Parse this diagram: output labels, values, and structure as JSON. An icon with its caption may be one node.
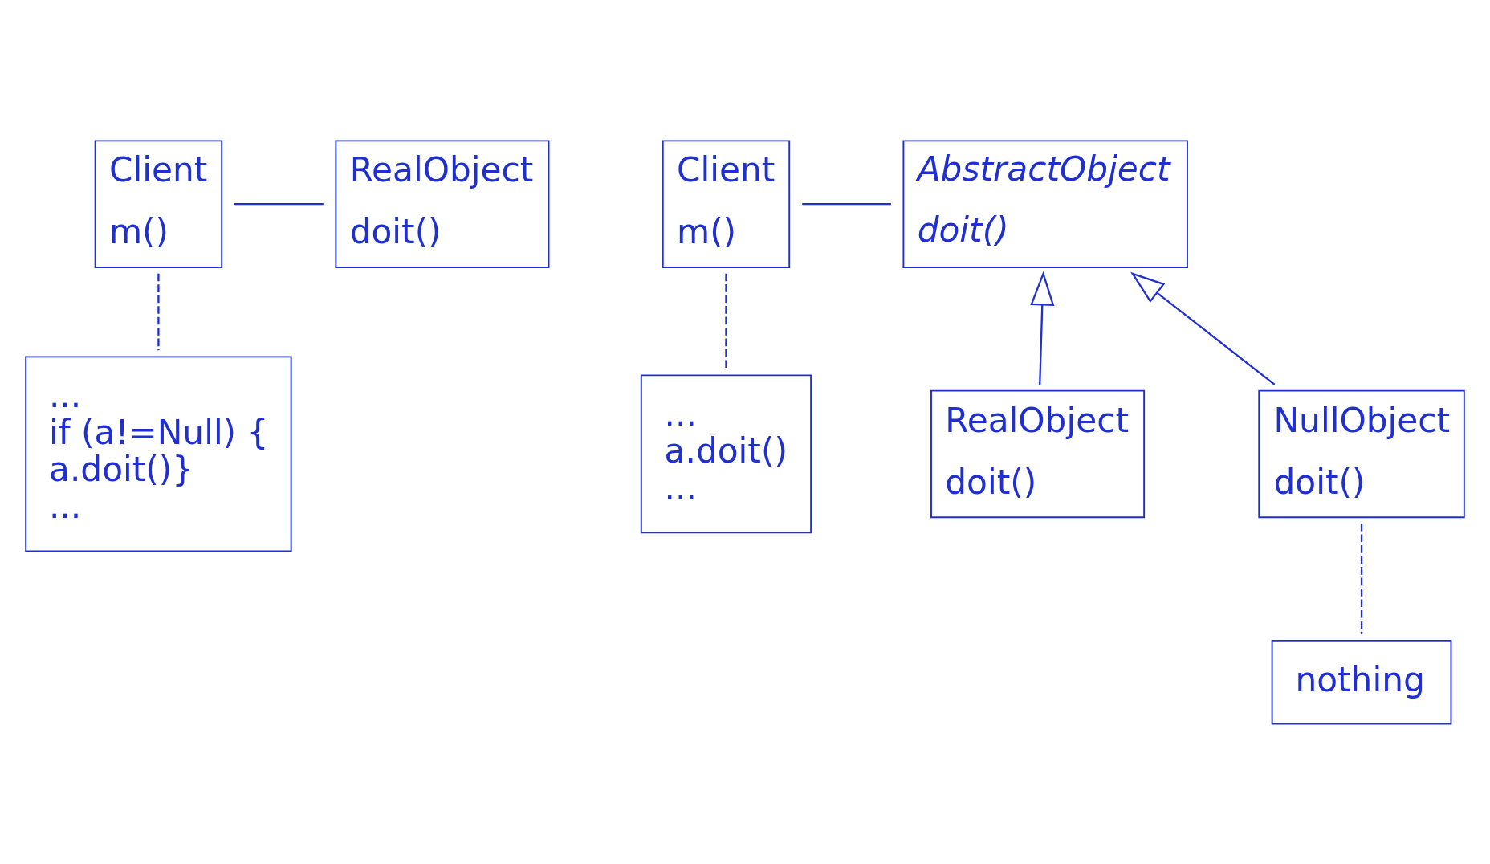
{
  "diagram": {
    "nodes": [
      {
        "text": [
          "Client",
          "m()"
        ]
      },
      {
        "text": [
          "RealObject",
          "doit()"
        ]
      },
      {
        "text": [
          "...",
          "if (a!=Null) {",
          "a.doit()}",
          "..."
        ]
      },
      {
        "text": [
          "Client",
          "m()"
        ]
      },
      {
        "text": [
          "AbstractObject",
          "doit()"
        ]
      },
      {
        "text": [
          "...",
          "a.doit()",
          "..."
        ]
      },
      {
        "text": [
          "RealObject",
          "doit()"
        ]
      },
      {
        "text": [
          "NullObject",
          "doit()"
        ]
      },
      {
        "text": [
          "nothing"
        ]
      }
    ],
    "edges": [
      {
        "from": 0,
        "to": 1,
        "arrow": "none"
      },
      {
        "from": 0,
        "to": 2,
        "arrow": "none",
        "style": "dashed"
      },
      {
        "from": 3,
        "to": 4,
        "arrow": "none"
      },
      {
        "from": 3,
        "to": 5,
        "arrow": "none",
        "style": "dashed"
      },
      {
        "from": 6,
        "to": 4,
        "arrow": "to"
      },
      {
        "from": 7,
        "to": 4,
        "arrow": "to"
      },
      {
        "from": 7,
        "to": 8,
        "arrow": "none",
        "style": "dashed"
      }
    ]
  }
}
